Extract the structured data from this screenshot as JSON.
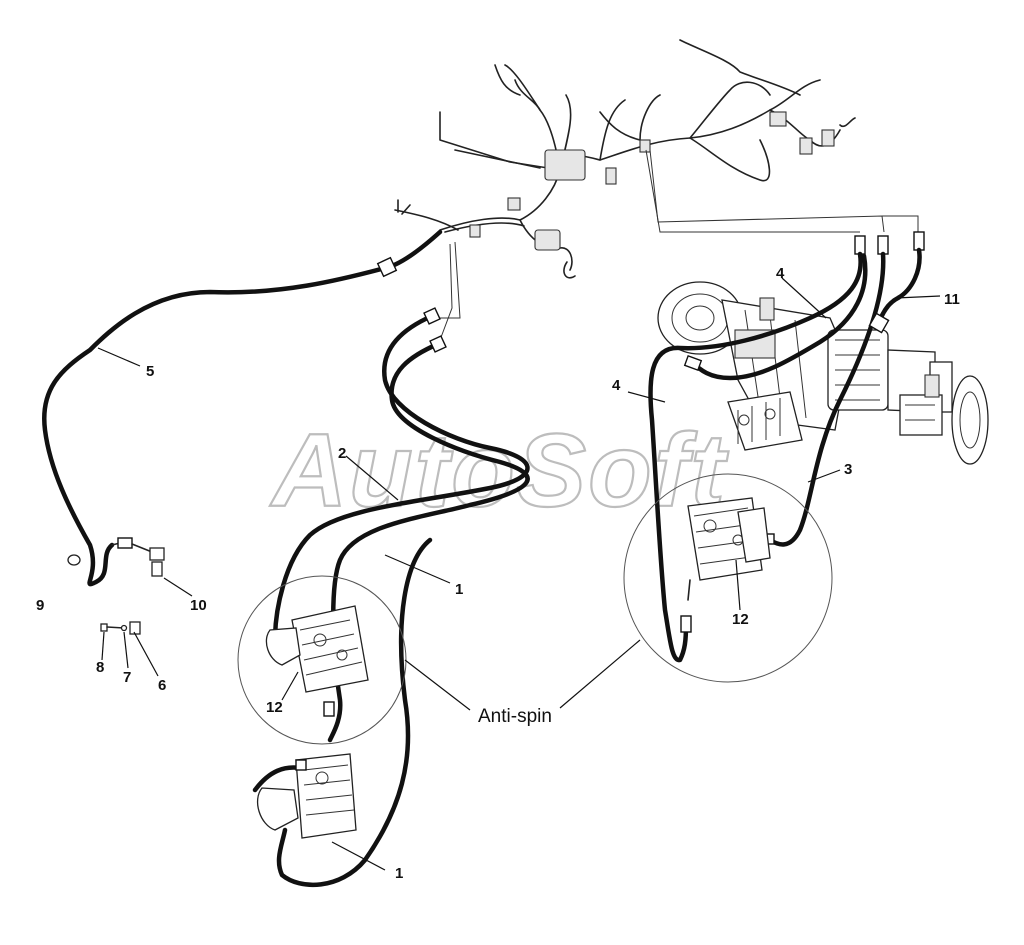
{
  "watermark": "AutoSoft",
  "callouts": {
    "anti_spin": "Anti-spin"
  },
  "labels": {
    "l1a": "1",
    "l1b": "1",
    "l2": "2",
    "l3": "3",
    "l4a": "4",
    "l4b": "4",
    "l5": "5",
    "l6": "6",
    "l7": "7",
    "l8": "8",
    "l9": "9",
    "l10": "10",
    "l11": "11",
    "l12a": "12",
    "l12b": "12"
  },
  "colors": {
    "line": "#111111",
    "watermark": "#bdbdbd",
    "background": "#ffffff"
  }
}
